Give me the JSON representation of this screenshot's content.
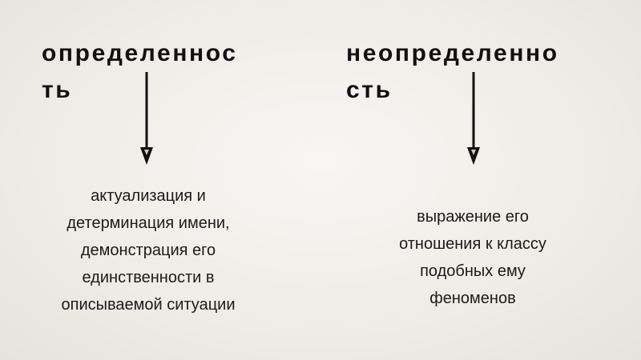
{
  "left": {
    "heading_line1": "определеннос",
    "heading_line2": "ть",
    "description": [
      "актуализация и",
      "детерминация имени,",
      "демонстрация его",
      "единственности в",
      "описываемой ситуации"
    ]
  },
  "right": {
    "heading_line1": "неопределенно",
    "heading_line2": "сть",
    "description": [
      "выражение его",
      "отношения к классу",
      "подобных ему",
      "феноменов"
    ]
  },
  "arrow_color": "#111111"
}
